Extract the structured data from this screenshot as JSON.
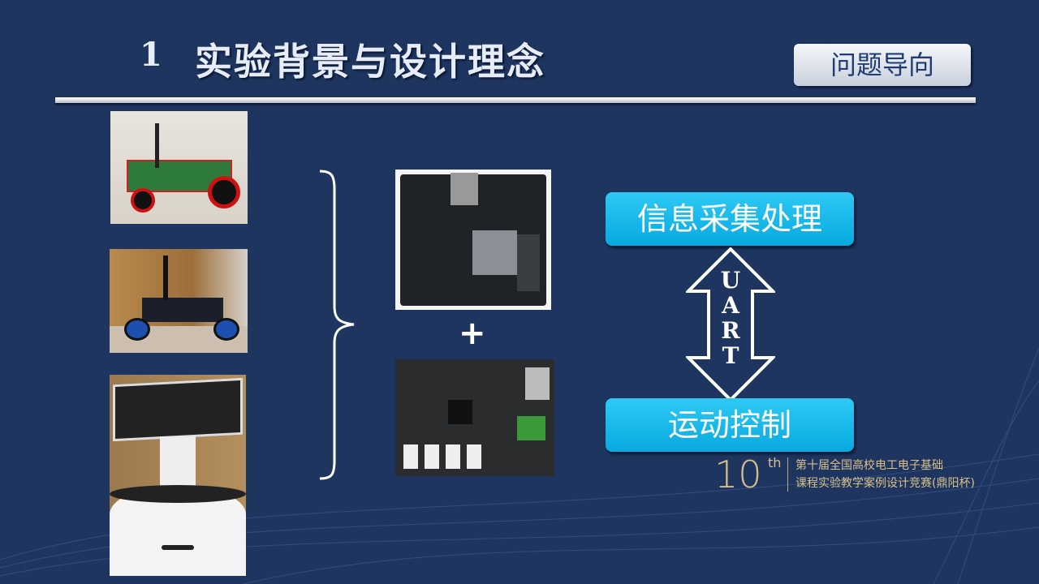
{
  "header": {
    "number": "1",
    "title": "实验背景与设计理念",
    "tag": "问题导向"
  },
  "images": [
    "robot-car-with-arm",
    "mecanum-robot-car",
    "service-robot-with-screen",
    "zynq-fpga-board",
    "motor-control-board"
  ],
  "plus": "+",
  "diagram": {
    "top_box": "信息采集处理",
    "bottom_box": "运动控制",
    "link_letters": [
      "U",
      "A",
      "R",
      "T"
    ]
  },
  "footer_logo": {
    "number": "10",
    "suffix": "th",
    "line1": "第十届全国高校电工电子基础",
    "line2": "课程实验教学案例设计竞赛(鼎阳杯)"
  },
  "colors": {
    "background": "#1e3560",
    "box": "#14b6ea",
    "logo": "#d9c08a"
  }
}
